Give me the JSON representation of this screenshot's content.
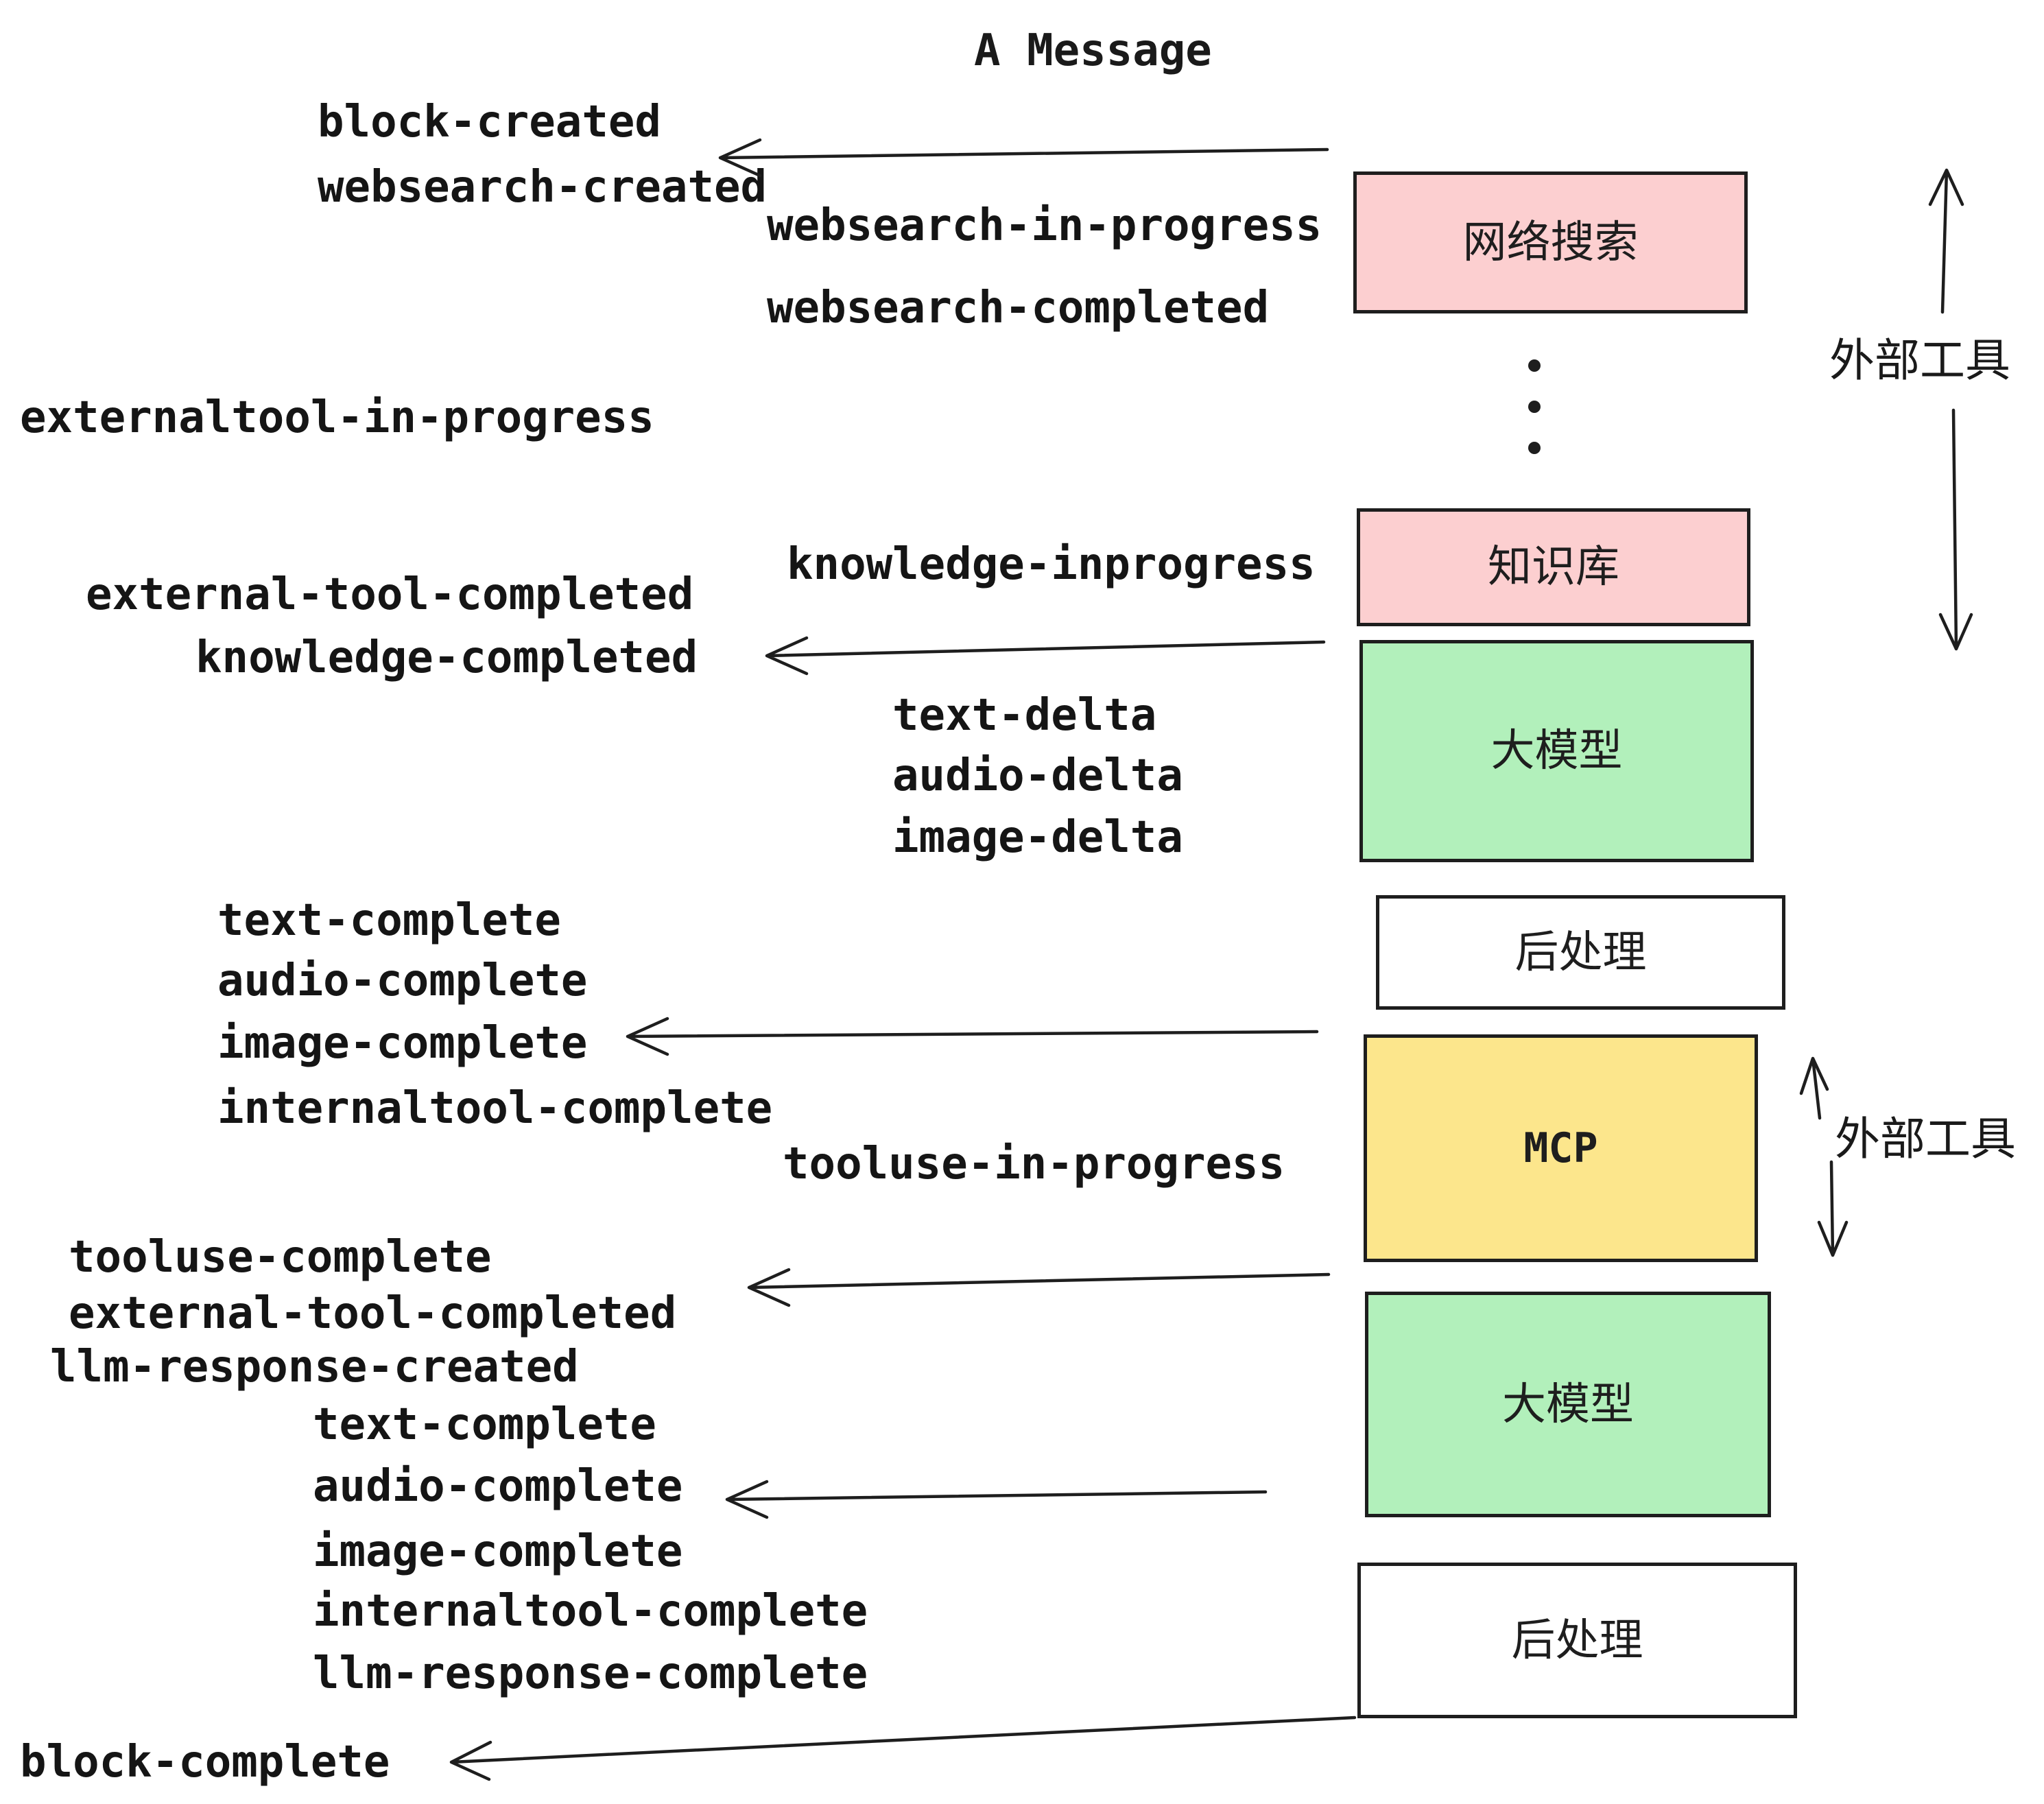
{
  "title": "A Message",
  "colors": {
    "pink": "#fccfd0",
    "green": "#b2f0bb",
    "yellow": "#fce68c",
    "white": "#ffffff",
    "ink": "#1e1e1e"
  },
  "boxes": [
    {
      "id": "websearch",
      "label": "网络搜索",
      "color_key": "pink"
    },
    {
      "id": "knowledge",
      "label": "知识库",
      "color_key": "pink"
    },
    {
      "id": "llm-1",
      "label": "大模型",
      "color_key": "green"
    },
    {
      "id": "post-1",
      "label": "后处理",
      "color_key": "white"
    },
    {
      "id": "mcp",
      "label": "MCP",
      "color_key": "yellow"
    },
    {
      "id": "llm-2",
      "label": "大模型",
      "color_key": "green"
    },
    {
      "id": "post-2",
      "label": "后处理",
      "color_key": "white"
    }
  ],
  "side_labels": [
    {
      "text": "外部工具"
    },
    {
      "text": "外部工具"
    }
  ],
  "events": [
    {
      "text": "block-created"
    },
    {
      "text": "websearch-created"
    },
    {
      "text": "websearch-in-progress"
    },
    {
      "text": "websearch-completed"
    },
    {
      "text": "externaltool-in-progress"
    },
    {
      "text": "knowledge-inprogress"
    },
    {
      "text": "external-tool-completed"
    },
    {
      "text": "knowledge-completed"
    },
    {
      "text": "text-delta"
    },
    {
      "text": "audio-delta"
    },
    {
      "text": "image-delta"
    },
    {
      "text": "text-complete"
    },
    {
      "text": "audio-complete"
    },
    {
      "text": "image-complete"
    },
    {
      "text": "internaltool-complete"
    },
    {
      "text": "tooluse-in-progress"
    },
    {
      "text": "tooluse-complete"
    },
    {
      "text": "external-tool-completed"
    },
    {
      "text": "llm-response-created"
    },
    {
      "text": "text-complete"
    },
    {
      "text": "audio-complete"
    },
    {
      "text": "image-complete"
    },
    {
      "text": "internaltool-complete"
    },
    {
      "text": "llm-response-complete"
    },
    {
      "text": "block-complete"
    }
  ]
}
